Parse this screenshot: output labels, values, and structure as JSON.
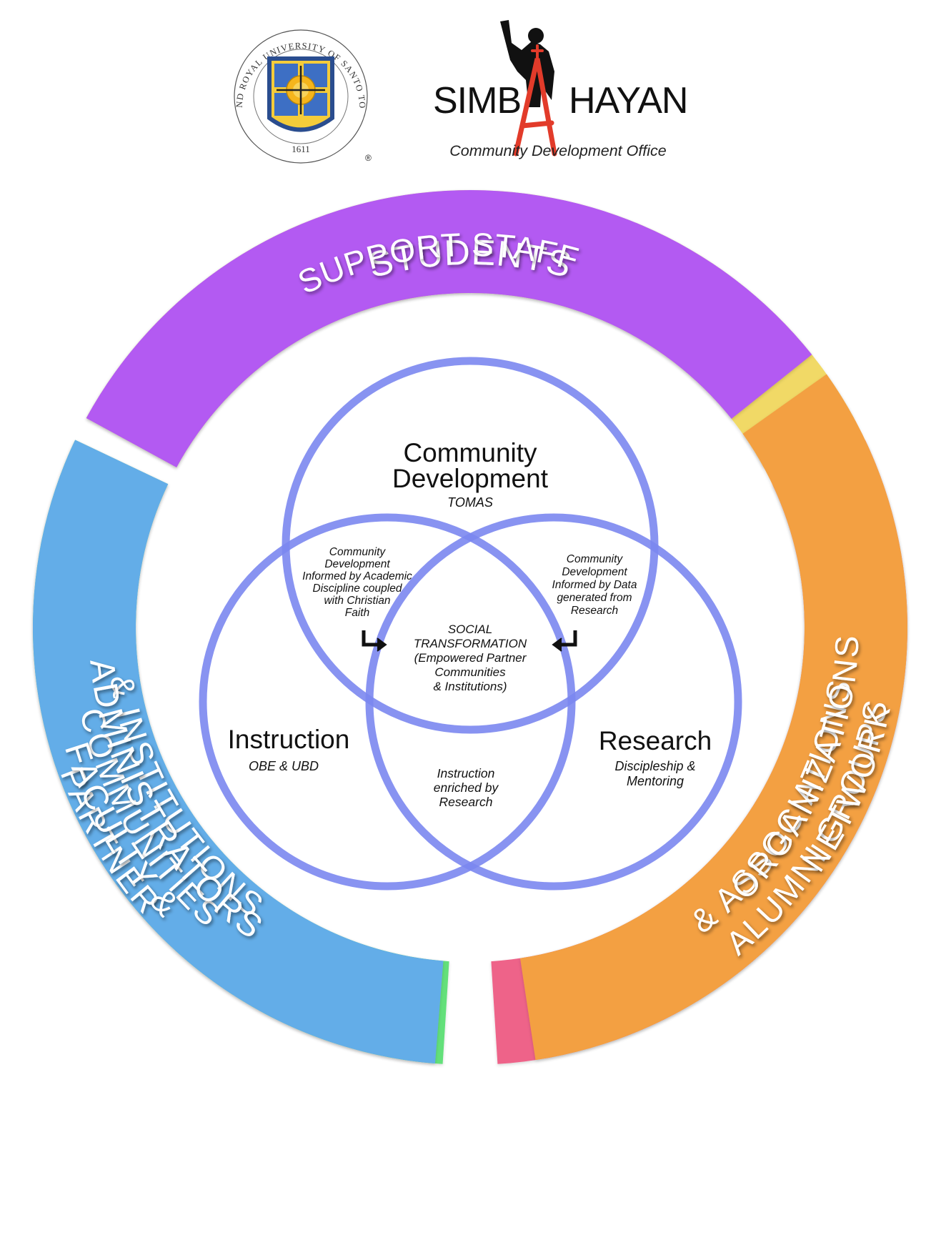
{
  "header": {
    "ust_seal": {
      "ring_text": "PONTIFICAL AND ROYAL UNIVERSITY OF SANTO TOMAS, MANILA",
      "year": "1611",
      "registered_mark": "®"
    },
    "simbahayan": {
      "name_left": "SIMB",
      "name_mid": "A",
      "name_right": "HAYAN",
      "subtitle": "Community Development Office"
    }
  },
  "ring": {
    "segments": [
      {
        "key": "students",
        "lines": [
          "STUDENTS"
        ],
        "color": "#f1d966"
      },
      {
        "key": "alumni",
        "lines": [
          "ALUMNI GROUPS",
          "& ASSOCIATIONS"
        ],
        "color": "#ee6489"
      },
      {
        "key": "partner",
        "lines": [
          "PARTNER",
          "COMMUNITIES",
          "& INSTITUTIONS"
        ],
        "color": "#64e07a"
      },
      {
        "key": "support",
        "lines": [
          "SUPPORT STAFF"
        ],
        "color": "#b35af2"
      },
      {
        "key": "network",
        "lines": [
          "NETWORK",
          "ORGANIZATIONS"
        ],
        "color": "#f3a043"
      },
      {
        "key": "faculty",
        "lines": [
          "FACULTY &",
          "ADMINISTRATORS"
        ],
        "color": "#63ade8"
      }
    ]
  },
  "venn": {
    "circle_color": "#7b87f0",
    "community": {
      "title_lines": [
        "Community",
        "Development"
      ],
      "sub": "TOMAS"
    },
    "instruction": {
      "title": "Instruction",
      "sub": "OBE & UBD"
    },
    "research": {
      "title": "Research",
      "sub_lines": [
        "Discipleship &",
        "Mentoring"
      ]
    },
    "overlap_left": [
      "Community",
      "Development",
      "Informed by Academic",
      "Discipline coupled",
      "with Christian",
      "Faith"
    ],
    "overlap_right": [
      "Community",
      "Development",
      "Informed by Data",
      "generated from",
      "Research"
    ],
    "overlap_bottom": [
      "Instruction",
      "enriched by",
      "Research"
    ],
    "center": [
      "SOCIAL",
      "TRANSFORMATION",
      "(Empowered Partner",
      "Communities",
      "& Institutions)"
    ]
  }
}
